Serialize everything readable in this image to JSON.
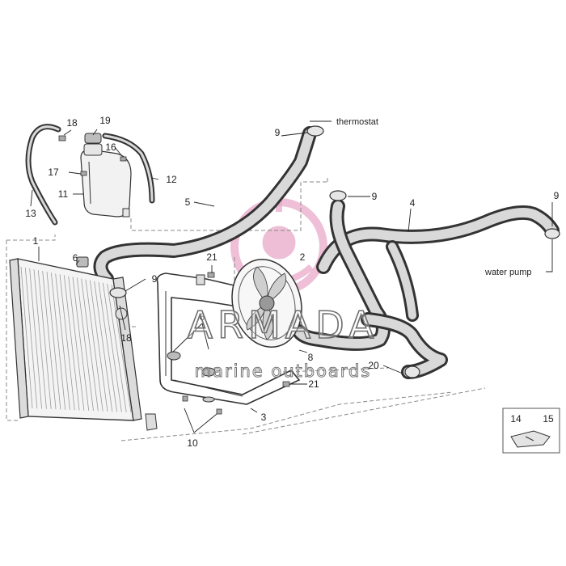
{
  "watermark": {
    "brand": "ARMADA",
    "tagline": "marine outboards",
    "logo_color": "#e8a9c9"
  },
  "callouts": [
    {
      "id": "c1",
      "text": "1"
    },
    {
      "id": "c2",
      "text": "2"
    },
    {
      "id": "c3",
      "text": "3"
    },
    {
      "id": "c4",
      "text": "4"
    },
    {
      "id": "c5",
      "text": "5"
    },
    {
      "id": "c6a",
      "text": "6"
    },
    {
      "id": "c6b",
      "text": "6"
    },
    {
      "id": "c8",
      "text": "8"
    },
    {
      "id": "c9a",
      "text": "9"
    },
    {
      "id": "c9b",
      "text": "9"
    },
    {
      "id": "c9c",
      "text": "9"
    },
    {
      "id": "c9d",
      "text": "9"
    },
    {
      "id": "c10",
      "text": "10"
    },
    {
      "id": "c11",
      "text": "11"
    },
    {
      "id": "c12",
      "text": "12"
    },
    {
      "id": "c13",
      "text": "13"
    },
    {
      "id": "c14",
      "text": "14"
    },
    {
      "id": "c15",
      "text": "15"
    },
    {
      "id": "c16",
      "text": "16"
    },
    {
      "id": "c17",
      "text": "17"
    },
    {
      "id": "c18a",
      "text": "18"
    },
    {
      "id": "c18b",
      "text": "18"
    },
    {
      "id": "c19",
      "text": "19"
    },
    {
      "id": "c20",
      "text": "20"
    },
    {
      "id": "c21a",
      "text": "21"
    },
    {
      "id": "c21b",
      "text": "21"
    }
  ],
  "annotations": {
    "thermostat": "thermostat",
    "water_pump": "water pump"
  }
}
